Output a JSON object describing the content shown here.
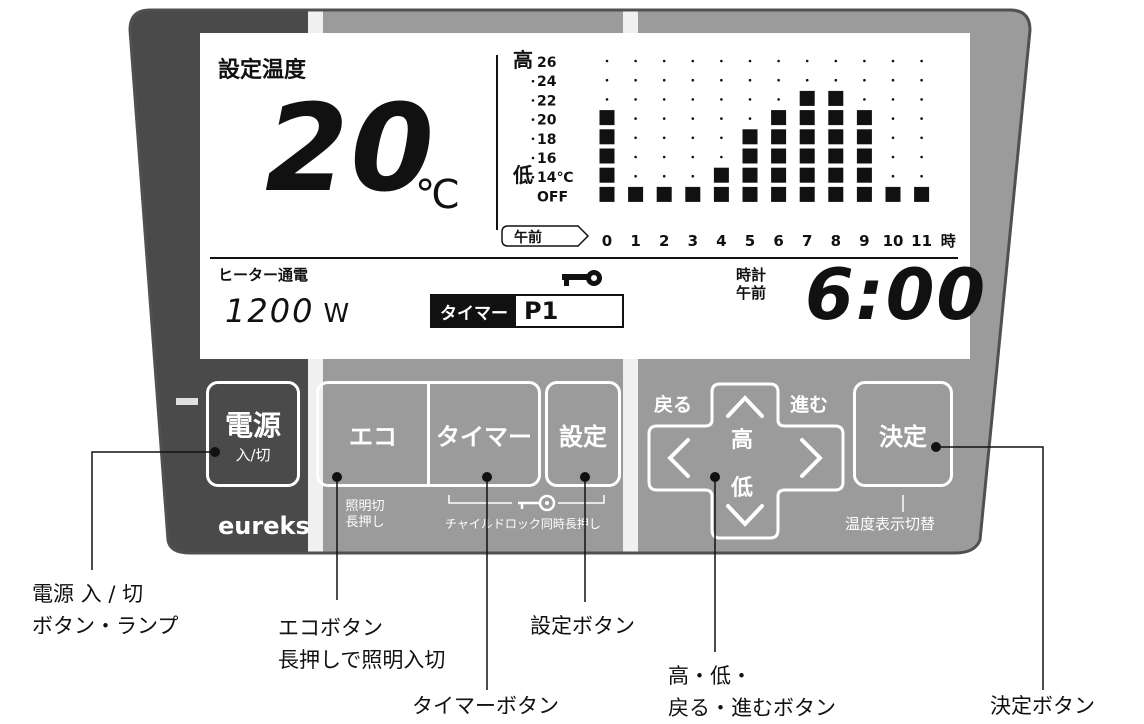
{
  "colors": {
    "panel_light": "#9b9b9b",
    "panel_dark": "#4a4a4a",
    "panel_frame": "#505050",
    "lcd_bg": "#ffffff",
    "ink": "#111111",
    "button_outline": "#ffffff"
  },
  "lcd": {
    "set_temp_label": "設定温度",
    "set_temp_value": "20",
    "set_temp_unit": "℃",
    "heater_label": "ヒーター通電",
    "heater_value": "1200",
    "heater_unit": "W",
    "timer_label": "タイマー",
    "timer_program": "P1",
    "key_icon": "key-icon",
    "clock_label_1": "時計",
    "clock_label_2": "午前",
    "clock_value": "6:00",
    "period_label": "午前",
    "hour_unit": "時",
    "high_label": "高",
    "low_label": "低",
    "schedule_y_labels": [
      "26",
      "24",
      "22",
      "20",
      "18",
      "16",
      "14℃",
      "OFF"
    ],
    "schedule_hours": [
      "0",
      "1",
      "2",
      "3",
      "4",
      "5",
      "6",
      "7",
      "8",
      "9",
      "10",
      "11"
    ]
  },
  "chart_data": {
    "type": "bar",
    "categories": [
      "0",
      "1",
      "2",
      "3",
      "4",
      "5",
      "6",
      "7",
      "8",
      "9",
      "10",
      "11"
    ],
    "y_ticks": [
      "OFF",
      "14℃",
      "16",
      "18",
      "20",
      "22",
      "24",
      "26"
    ],
    "levels": [
      4,
      0,
      0,
      0,
      1,
      3,
      4,
      5,
      5,
      4,
      0,
      0
    ]
  },
  "buttons": {
    "power_main": "電源",
    "power_sub": "入/切",
    "eco": "エコ",
    "timer": "タイマー",
    "settings": "設定",
    "back": "戻る",
    "forward": "進む",
    "high": "高",
    "low": "低",
    "enter": "決定"
  },
  "panel_labels": {
    "brand": "eureks",
    "eco_hint_1": "照明切",
    "eco_hint_2": "長押し",
    "child_lock_hint": "チャイルドロック同時長押し",
    "temp_display_hint": "温度表示切替"
  },
  "callouts": {
    "power_1": "電源 入 / 切",
    "power_2": "ボタン・ランプ",
    "eco_1": "エコボタン",
    "eco_2": "長押しで照明入切",
    "timer": "タイマーボタン",
    "settings": "設定ボタン",
    "updown_1": "高・低・",
    "updown_2": "戻る・進むボタン",
    "enter": "決定ボタン"
  }
}
